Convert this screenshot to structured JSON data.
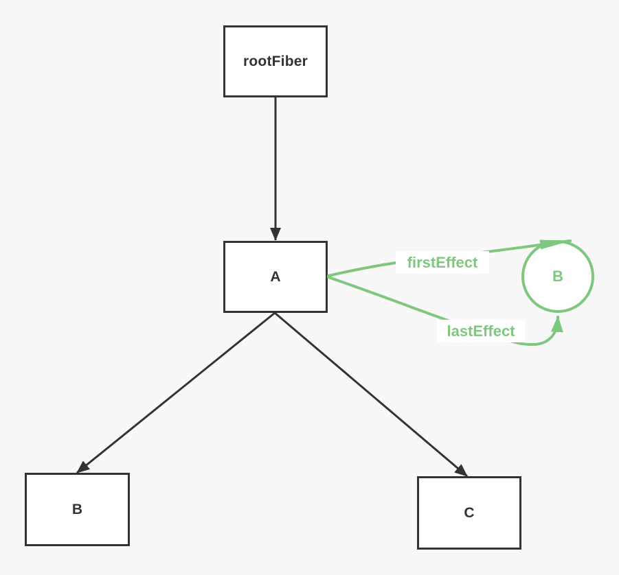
{
  "diagram": {
    "nodes": {
      "rootFiber": {
        "label": "rootFiber",
        "shape": "rect"
      },
      "a": {
        "label": "A",
        "shape": "rect"
      },
      "b": {
        "label": "B",
        "shape": "rect"
      },
      "c": {
        "label": "C",
        "shape": "rect"
      },
      "effect_b": {
        "label": "B",
        "shape": "circle"
      }
    },
    "edges": [
      {
        "from": "rootFiber",
        "to": "a",
        "style": "solid-dark-arrow"
      },
      {
        "from": "a",
        "to": "b",
        "style": "solid-dark-arrow"
      },
      {
        "from": "a",
        "to": "c",
        "style": "solid-dark-arrow"
      },
      {
        "from": "a",
        "to": "effect_b",
        "label": "firstEffect",
        "style": "curved-green-arrow"
      },
      {
        "from": "a",
        "to": "effect_b",
        "label": "lastEffect",
        "style": "curved-green-arrow"
      }
    ],
    "edge_labels": {
      "firstEffect": "firstEffect",
      "lastEffect": "lastEffect"
    }
  },
  "colors": {
    "background": "#f8f8f8",
    "ink": "#333333",
    "accent-green": "#7ec77e",
    "node-fill": "#ffffff"
  }
}
